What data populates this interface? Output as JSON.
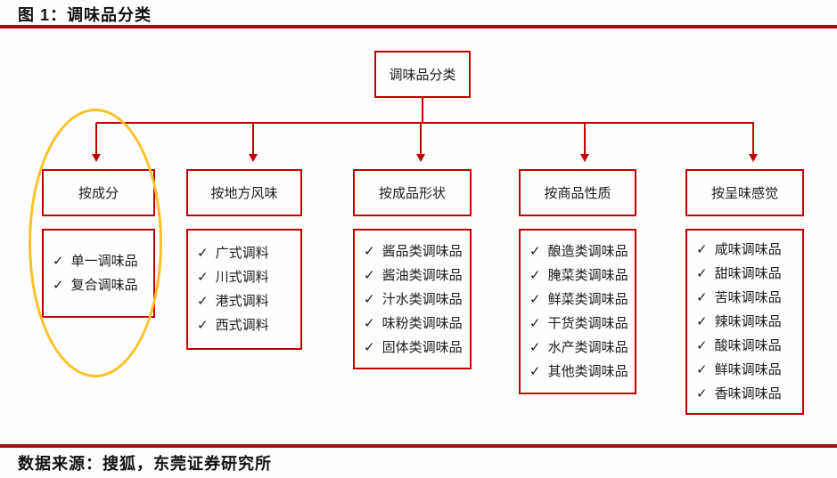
{
  "figure": {
    "title": "图 1：调味品分类",
    "source": "数据来源：搜狐，东莞证券研究所"
  },
  "tree": {
    "root": "调味品分类",
    "check": "✓",
    "branches": [
      {
        "label": "按成分",
        "highlighted": true,
        "items": [
          "单一调味品",
          "复合调味品"
        ]
      },
      {
        "label": "按地方风味",
        "highlighted": false,
        "items": [
          "广式调料",
          "川式调料",
          "港式调料",
          "西式调料"
        ]
      },
      {
        "label": "按成品形状",
        "highlighted": false,
        "items": [
          "酱品类调味品",
          "酱油类调味品",
          "汁水类调味品",
          "味粉类调味品",
          "固体类调味品"
        ]
      },
      {
        "label": "按商品性质",
        "highlighted": false,
        "items": [
          "酿造类调味品",
          "腌菜类调味品",
          "鲜菜类调味品",
          "干货类调味品",
          "水产类调味品",
          "其他类调味品"
        ]
      },
      {
        "label": "按呈味感觉",
        "highlighted": false,
        "items": [
          "咸味调味品",
          "甜味调味品",
          "苦味调味品",
          "辣味调味品",
          "酸味调味品",
          "鲜味调味品",
          "香味调味品"
        ]
      }
    ]
  },
  "colors": {
    "box_border": "#c00000",
    "rule": "#a40f0f",
    "highlight": "#ffc028"
  }
}
